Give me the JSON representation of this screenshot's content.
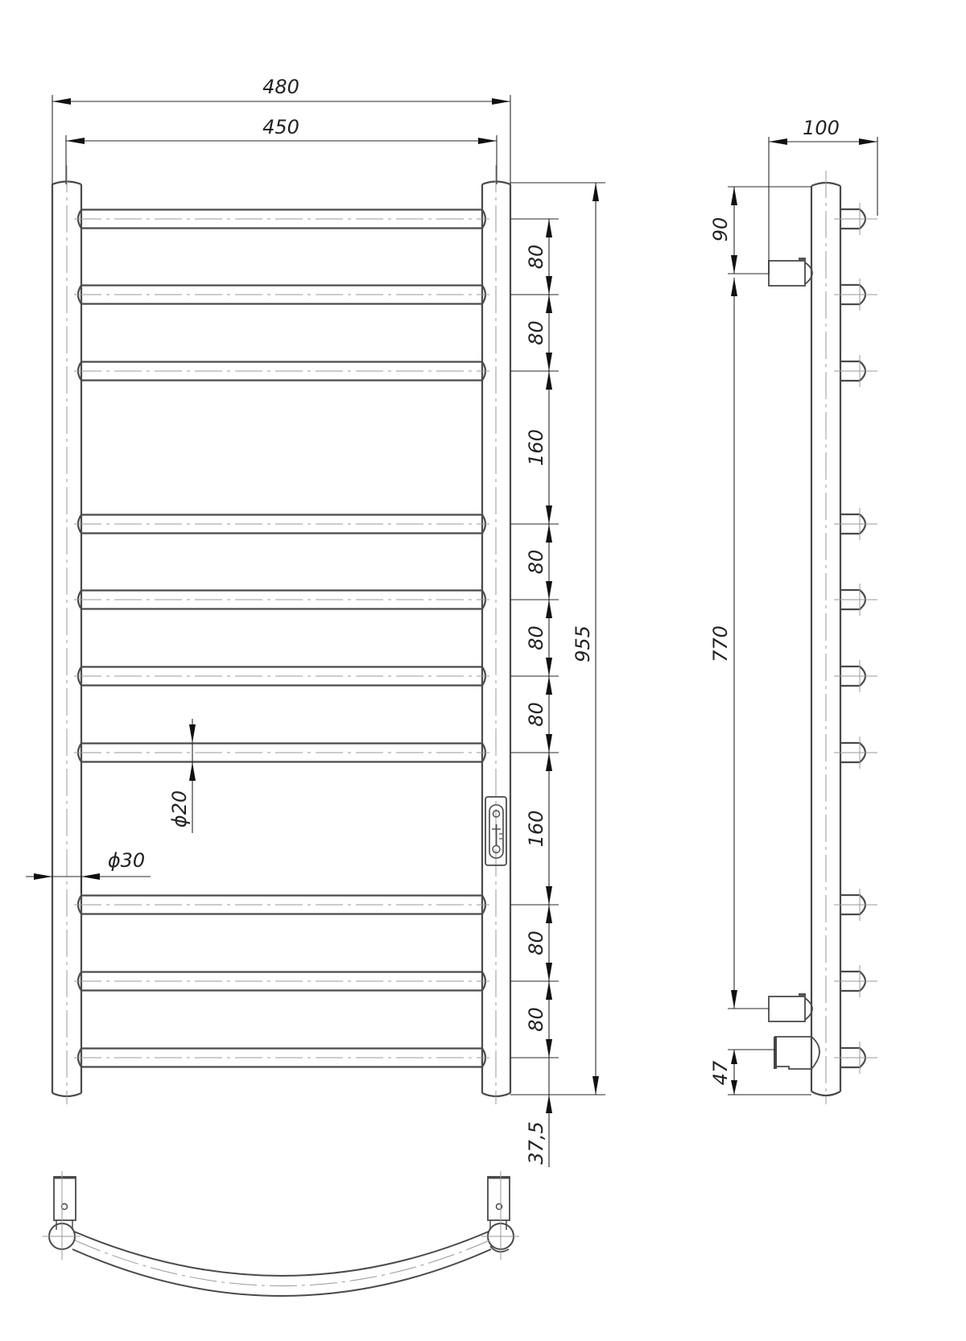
{
  "drawing": {
    "title": "Towel rail technical drawing",
    "views": [
      "front-view",
      "side-view",
      "top-view"
    ],
    "line_color": "#4a4a4a",
    "center_line_color": "#9a9a9a"
  },
  "dimensions": {
    "overall_width": "480",
    "inner_width": "450",
    "overall_height": "955",
    "depth": "100",
    "top_to_mount": "90",
    "mount_spacing": "770",
    "bottom_connection": "47",
    "bottom_offset": "37,5",
    "rail_diameter": "ϕ30",
    "bar_diameter": "ϕ20",
    "bar_spacings": [
      "80",
      "80",
      "160",
      "80",
      "80",
      "80",
      "160",
      "80",
      "80"
    ]
  },
  "front_view": {
    "bar_count": 10,
    "controller": "thermostat-controller"
  },
  "side_view": {
    "bar_stub_count": 10,
    "wall_mount_count": 2
  }
}
